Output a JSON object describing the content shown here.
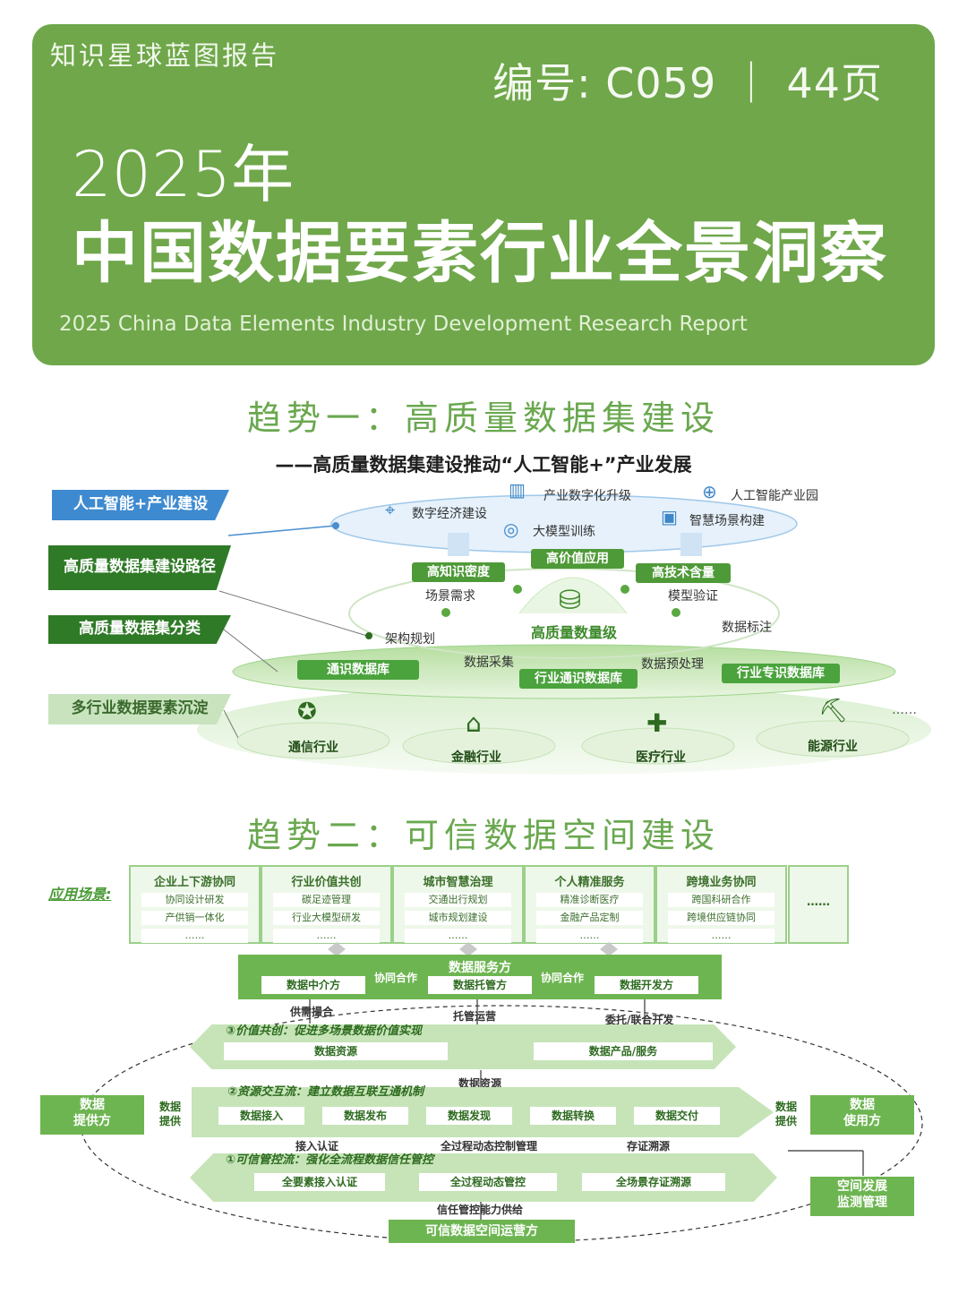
{
  "header": {
    "brand": "知识星球蓝图报告",
    "code": "编号: C059 ｜ 44页",
    "year": "2025年",
    "title": "中国数据要素行业全景洞察",
    "subtitle": "2025 China Data Elements Industry Development Research Report",
    "color": "#6fa74a"
  },
  "trend1": {
    "title": "趋势一：高质量数据集建设",
    "subtitle": "——高质量数据集建设推动“人工智能+”产业发展",
    "side_labels": [
      "人工智能+产业建设",
      "高质量数据集建设路径",
      "高质量数据集分类",
      "多行业数据要素沉淀"
    ],
    "top_items": [
      "数字经济建设",
      "产业数字化升级",
      "大模型训练",
      "人工智能产业园",
      "智慧场景构建"
    ],
    "pills": [
      "高知识密度",
      "高价值应用",
      "高技术含量"
    ],
    "center": "高质量数量级",
    "path_items": [
      "场景需求",
      "模型验证",
      "架构规划",
      "数据标注",
      "数据采集",
      "数据预处理"
    ],
    "db_pills": [
      "通识数据库",
      "行业通识数据库",
      "行业专识数据库"
    ],
    "industries": [
      "通信行业",
      "金融行业",
      "医疗行业",
      "能源行业"
    ],
    "ellipsis": "……"
  },
  "trend2": {
    "title": "趋势二：可信数据空间建设",
    "app_label": "应用场景:",
    "scenes": [
      {
        "head": "企业上下游协同",
        "rows": [
          "协同设计研发",
          "产供销一体化",
          "……"
        ]
      },
      {
        "head": "行业价值共创",
        "rows": [
          "碳足迹管理",
          "行业大模型研发",
          "……"
        ]
      },
      {
        "head": "城市智慧治理",
        "rows": [
          "交通出行规划",
          "城市规划建设",
          "……"
        ]
      },
      {
        "head": "个人精准服务",
        "rows": [
          "精准诊断医疗",
          "金融产品定制",
          "……"
        ]
      },
      {
        "head": "跨境业务协同",
        "rows": [
          "跨国科研合作",
          "跨境供应链协同",
          "……"
        ]
      }
    ],
    "scene_more": "……",
    "service": {
      "title": "数据服务方",
      "left": "数据中介方",
      "mid": "数据托管方",
      "right": "数据开发方",
      "coop": "协同合作"
    },
    "arrows": {
      "supply_match": "供需撮合",
      "custody": "托管运营",
      "commission": "委托/联合开发",
      "data_res": "数据资源",
      "access": "接入认证",
      "dyn": "全过程动态控制管理",
      "trace": "存证溯源",
      "trust_supply": "信任管控能力供给"
    },
    "layer3": {
      "title": "③价值共创：促进多场景数据价值实现",
      "a": "数据资源",
      "b": "数据产品/服务"
    },
    "layer2": {
      "title": "②资源交互流：建立数据互联互通机制",
      "steps": [
        "数据接入",
        "数据发布",
        "数据发现",
        "数据转换",
        "数据交付"
      ]
    },
    "layer1": {
      "title": "①可信管控流：强化全流程数据信任管控",
      "steps": [
        "全要素接入认证",
        "全过程动态管控",
        "全场景存证溯源"
      ]
    },
    "provider": "数据\n提供方",
    "provide": "数据\n提供",
    "consumer": "数据\n使用方",
    "consume": "数据\n提供",
    "monitor": "空间发展\n监测管理",
    "operator": "可信数据空间运营方"
  }
}
